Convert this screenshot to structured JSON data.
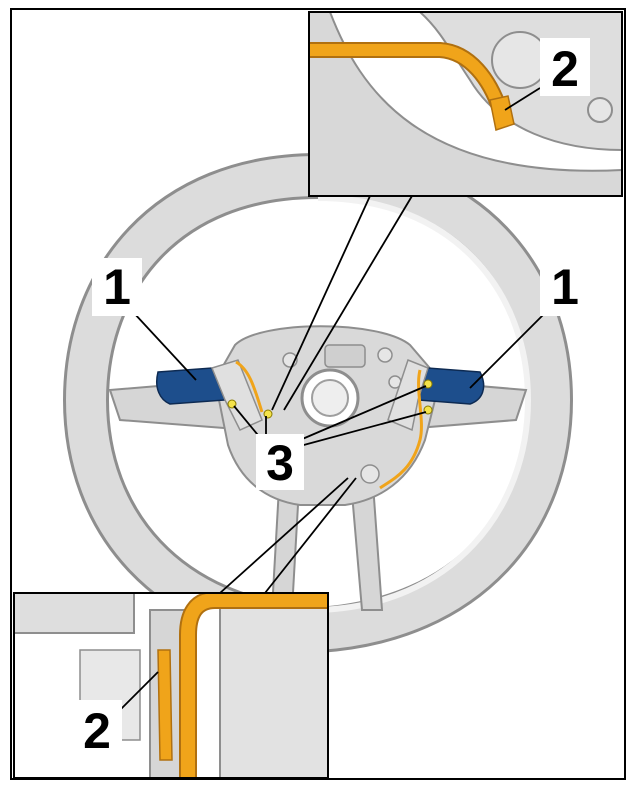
{
  "callouts": {
    "paddle_left": "1",
    "paddle_right": "1",
    "wiring_top": "2",
    "wiring_bottom": "2",
    "screws": "3"
  },
  "colors": {
    "wheel": "#dcdcdc",
    "wheel_edge": "#8e8e8e",
    "wiring": "#f0a41a",
    "paddle": "#1d4e8c",
    "screw_marker": "#f4e34a",
    "line": "#000000"
  }
}
